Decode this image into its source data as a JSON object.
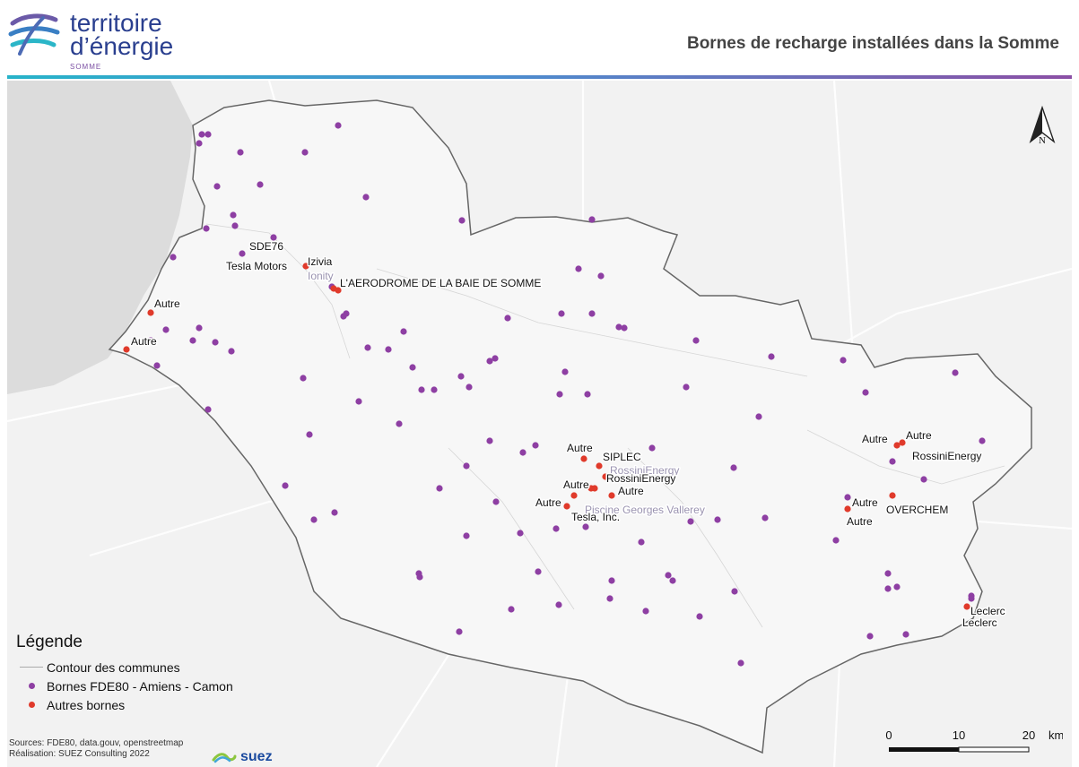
{
  "header": {
    "logo_line1": "territoire",
    "logo_line2": "d’énergie",
    "logo_sub": "SOMME",
    "title": "Bornes de recharge installées dans la Somme"
  },
  "colors": {
    "fde80_dot": "#8e3fa3",
    "autres_dot": "#e03a2b",
    "contour": "#666666",
    "header_gradient_start": "#27b3c9",
    "header_gradient_end": "#8b4fa5"
  },
  "map": {
    "labels": [
      "SDE76",
      "Tesla Motors",
      "Izivia",
      "Ionity",
      "L'AERODROME DE LA BAIE DE SOMME",
      "Autre",
      "Autre",
      "Autre",
      "SIPLEC",
      "RossiniEnergy",
      "RossiniEnergy",
      "Autre",
      "Autre",
      "Autre",
      "Piscine Georges Vallerey",
      "Tesla, Inc.",
      "Autre",
      "Autre",
      "RossiniEnergy",
      "Autre",
      "Autre",
      "OVERCHEM",
      "Leclerc",
      "Leclerc"
    ],
    "north_label": "N"
  },
  "legend": {
    "title": "Légende",
    "items": [
      {
        "label": "Contour des communes",
        "symbol": "line"
      },
      {
        "label": "Bornes FDE80 - Amiens - Camon",
        "symbol": "purple-dot"
      },
      {
        "label": "Autres bornes",
        "symbol": "red-dot"
      }
    ]
  },
  "scale": {
    "ticks": [
      "0",
      "10",
      "20"
    ],
    "unit": "km"
  },
  "credits": {
    "sources": "Sources: FDE80, data.gouv, openstreetmap",
    "realisation": "Réalisation: SUEZ Consulting 2022",
    "suez": "suez"
  }
}
